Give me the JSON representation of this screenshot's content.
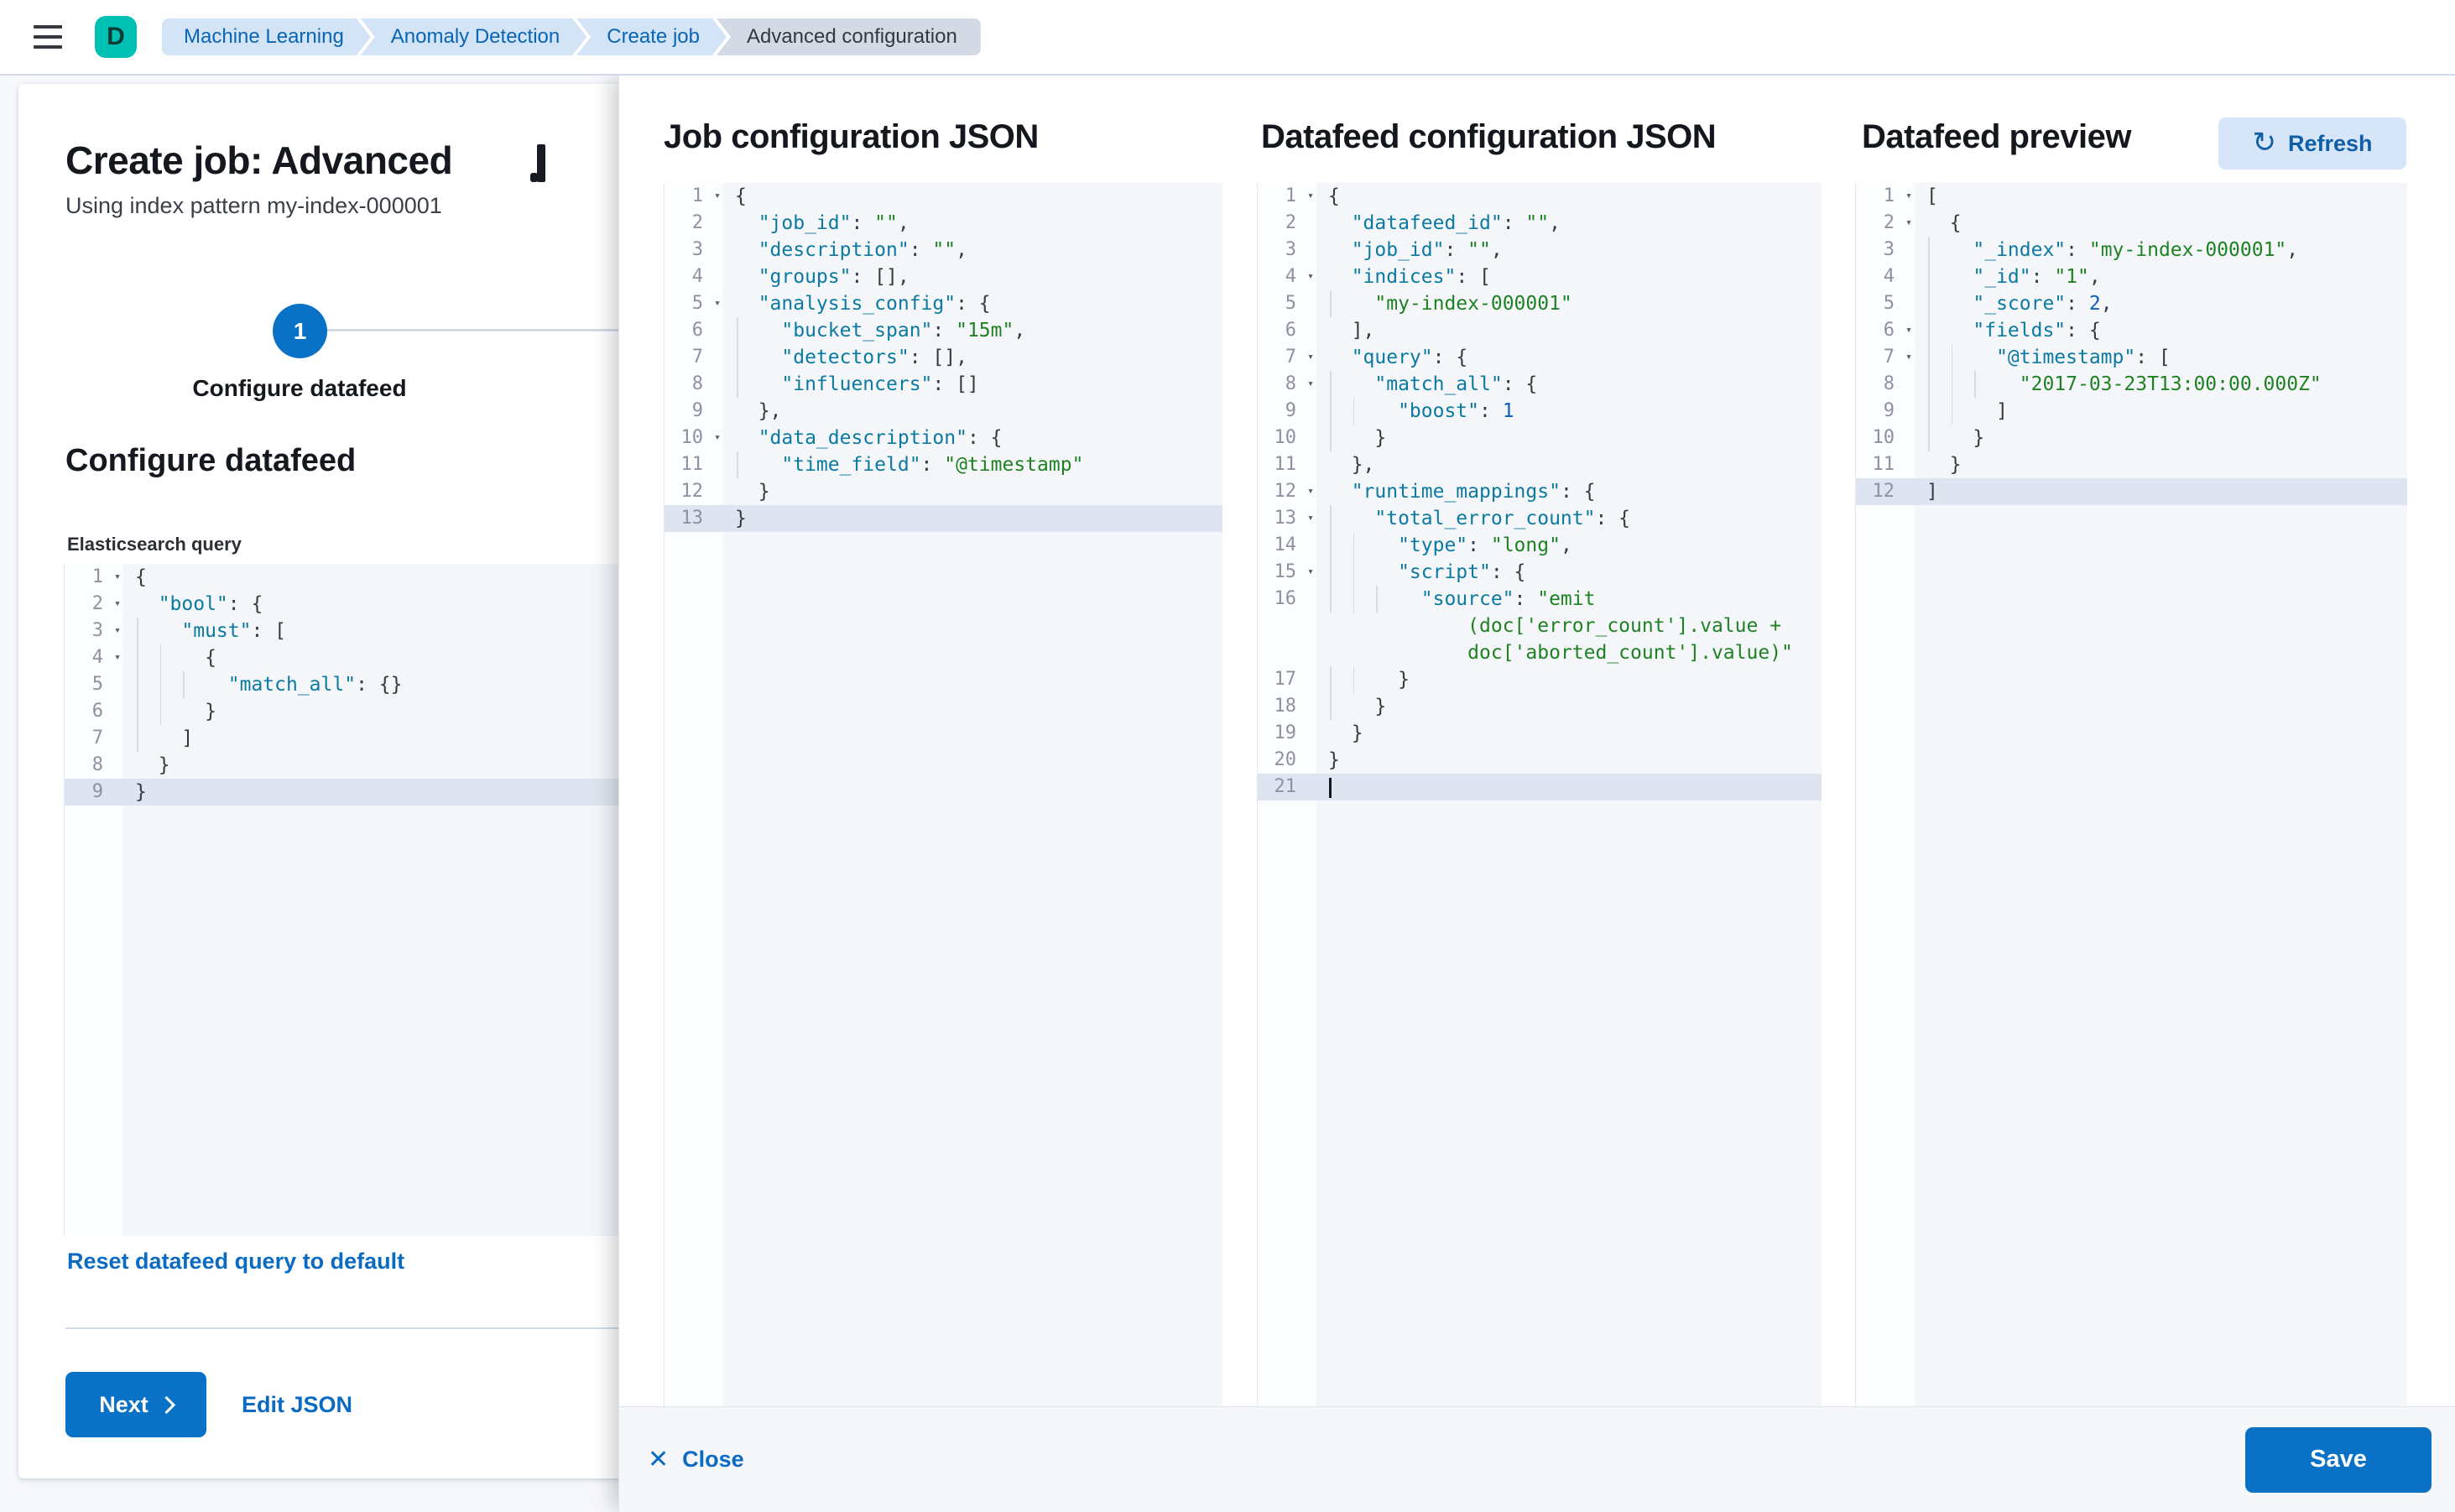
{
  "header": {
    "avatar_initial": "D",
    "breadcrumbs": [
      {
        "label": "Machine Learning"
      },
      {
        "label": "Anomaly Detection"
      },
      {
        "label": "Create job"
      },
      {
        "label": "Advanced configuration"
      }
    ]
  },
  "wizard": {
    "title": "Create job: Advanced",
    "subtitle": "Using index pattern my-index-000001",
    "step_number": "1",
    "step_label": "Configure datafeed",
    "section_heading": "Configure datafeed",
    "query_label": "Elasticsearch query",
    "reset_link": "Reset datafeed query to default",
    "next_label": "Next",
    "edit_json_label": "Edit JSON"
  },
  "flyout": {
    "panels": [
      {
        "heading": "Job configuration JSON"
      },
      {
        "heading": "Datafeed configuration JSON"
      },
      {
        "heading": "Datafeed preview"
      }
    ],
    "refresh_label": "Refresh",
    "refresh_icon": "↻",
    "close_icon": "✕",
    "close_label": "Close",
    "save_label": "Save"
  },
  "colors": {
    "primary_button": "#0a72c6",
    "link_blue": "#0b6bc2",
    "breadcrumb_blue_bg": "#d2e4f6",
    "breadcrumb_gray_bg": "#d3dae6",
    "avatar_teal": "#00bfb3",
    "editor_bg": "#f4f6fa",
    "active_line_bg": "#dfe5f0",
    "json_key": "#0b7aa0",
    "json_string": "#1e8222",
    "json_number": "#0d5ebd"
  },
  "editors": {
    "es_query": {
      "active_row": 9,
      "lines": [
        {
          "n": "1",
          "fold": true,
          "ind": 0,
          "seg": [
            [
              "p",
              "{"
            ]
          ]
        },
        {
          "n": "2",
          "fold": true,
          "ind": 1,
          "seg": [
            [
              "k",
              "\"bool\""
            ],
            [
              "p",
              ": {"
            ]
          ]
        },
        {
          "n": "3",
          "fold": true,
          "ind": 2,
          "seg": [
            [
              "k",
              "\"must\""
            ],
            [
              "p",
              ": ["
            ]
          ]
        },
        {
          "n": "4",
          "fold": true,
          "ind": 3,
          "seg": [
            [
              "p",
              "{"
            ]
          ]
        },
        {
          "n": "5",
          "fold": false,
          "ind": 4,
          "seg": [
            [
              "k",
              "\"match_all\""
            ],
            [
              "p",
              ": {}"
            ]
          ]
        },
        {
          "n": "6",
          "fold": false,
          "ind": 3,
          "seg": [
            [
              "p",
              "}"
            ]
          ]
        },
        {
          "n": "7",
          "fold": false,
          "ind": 2,
          "seg": [
            [
              "p",
              "]"
            ]
          ]
        },
        {
          "n": "8",
          "fold": false,
          "ind": 1,
          "seg": [
            [
              "p",
              "}"
            ]
          ]
        },
        {
          "n": "9",
          "fold": false,
          "ind": 0,
          "seg": [
            [
              "p",
              "}"
            ]
          ]
        }
      ]
    },
    "job": {
      "active_row": 13,
      "lines": [
        {
          "n": "1",
          "fold": true,
          "ind": 0,
          "seg": [
            [
              "p",
              "{"
            ]
          ]
        },
        {
          "n": "2",
          "fold": false,
          "ind": 1,
          "seg": [
            [
              "k",
              "\"job_id\""
            ],
            [
              "p",
              ": "
            ],
            [
              "s",
              "\"\""
            ],
            [
              "p",
              ","
            ]
          ]
        },
        {
          "n": "3",
          "fold": false,
          "ind": 1,
          "seg": [
            [
              "k",
              "\"description\""
            ],
            [
              "p",
              ": "
            ],
            [
              "s",
              "\"\""
            ],
            [
              "p",
              ","
            ]
          ]
        },
        {
          "n": "4",
          "fold": false,
          "ind": 1,
          "seg": [
            [
              "k",
              "\"groups\""
            ],
            [
              "p",
              ": [],"
            ]
          ]
        },
        {
          "n": "5",
          "fold": true,
          "ind": 1,
          "seg": [
            [
              "k",
              "\"analysis_config\""
            ],
            [
              "p",
              ": {"
            ]
          ]
        },
        {
          "n": "6",
          "fold": false,
          "ind": 2,
          "seg": [
            [
              "k",
              "\"bucket_span\""
            ],
            [
              "p",
              ": "
            ],
            [
              "s",
              "\"15m\""
            ],
            [
              "p",
              ","
            ]
          ]
        },
        {
          "n": "7",
          "fold": false,
          "ind": 2,
          "seg": [
            [
              "k",
              "\"detectors\""
            ],
            [
              "p",
              ": [],"
            ]
          ]
        },
        {
          "n": "8",
          "fold": false,
          "ind": 2,
          "seg": [
            [
              "k",
              "\"influencers\""
            ],
            [
              "p",
              ": []"
            ]
          ]
        },
        {
          "n": "9",
          "fold": false,
          "ind": 1,
          "seg": [
            [
              "p",
              "},"
            ]
          ]
        },
        {
          "n": "10",
          "fold": true,
          "ind": 1,
          "seg": [
            [
              "k",
              "\"data_description\""
            ],
            [
              "p",
              ": {"
            ]
          ]
        },
        {
          "n": "11",
          "fold": false,
          "ind": 2,
          "seg": [
            [
              "k",
              "\"time_field\""
            ],
            [
              "p",
              ": "
            ],
            [
              "s",
              "\"@timestamp\""
            ]
          ]
        },
        {
          "n": "12",
          "fold": false,
          "ind": 1,
          "seg": [
            [
              "p",
              "}"
            ]
          ]
        },
        {
          "n": "13",
          "fold": false,
          "ind": 0,
          "seg": [
            [
              "p",
              "}"
            ]
          ]
        }
      ]
    },
    "datafeed": {
      "active_row": 23,
      "lines": [
        {
          "n": "1",
          "fold": true,
          "ind": 0,
          "seg": [
            [
              "p",
              "{"
            ]
          ]
        },
        {
          "n": "2",
          "fold": false,
          "ind": 1,
          "seg": [
            [
              "k",
              "\"datafeed_id\""
            ],
            [
              "p",
              ": "
            ],
            [
              "s",
              "\"\""
            ],
            [
              "p",
              ","
            ]
          ]
        },
        {
          "n": "3",
          "fold": false,
          "ind": 1,
          "seg": [
            [
              "k",
              "\"job_id\""
            ],
            [
              "p",
              ": "
            ],
            [
              "s",
              "\"\""
            ],
            [
              "p",
              ","
            ]
          ]
        },
        {
          "n": "4",
          "fold": true,
          "ind": 1,
          "seg": [
            [
              "k",
              "\"indices\""
            ],
            [
              "p",
              ": ["
            ]
          ]
        },
        {
          "n": "5",
          "fold": false,
          "ind": 2,
          "seg": [
            [
              "s",
              "\"my-index-000001\""
            ]
          ]
        },
        {
          "n": "6",
          "fold": false,
          "ind": 1,
          "seg": [
            [
              "p",
              "],"
            ]
          ]
        },
        {
          "n": "7",
          "fold": true,
          "ind": 1,
          "seg": [
            [
              "k",
              "\"query\""
            ],
            [
              "p",
              ": {"
            ]
          ]
        },
        {
          "n": "8",
          "fold": true,
          "ind": 2,
          "seg": [
            [
              "k",
              "\"match_all\""
            ],
            [
              "p",
              ": {"
            ]
          ]
        },
        {
          "n": "9",
          "fold": false,
          "ind": 3,
          "seg": [
            [
              "k",
              "\"boost\""
            ],
            [
              "p",
              ": "
            ],
            [
              "n",
              "1"
            ]
          ]
        },
        {
          "n": "10",
          "fold": false,
          "ind": 2,
          "seg": [
            [
              "p",
              "}"
            ]
          ]
        },
        {
          "n": "11",
          "fold": false,
          "ind": 1,
          "seg": [
            [
              "p",
              "},"
            ]
          ]
        },
        {
          "n": "12",
          "fold": true,
          "ind": 1,
          "seg": [
            [
              "k",
              "\"runtime_mappings\""
            ],
            [
              "p",
              ": {"
            ]
          ]
        },
        {
          "n": "13",
          "fold": true,
          "ind": 2,
          "seg": [
            [
              "k",
              "\"total_error_count\""
            ],
            [
              "p",
              ": {"
            ]
          ]
        },
        {
          "n": "14",
          "fold": false,
          "ind": 3,
          "seg": [
            [
              "k",
              "\"type\""
            ],
            [
              "p",
              ": "
            ],
            [
              "s",
              "\"long\""
            ],
            [
              "p",
              ","
            ]
          ]
        },
        {
          "n": "15",
          "fold": true,
          "ind": 3,
          "seg": [
            [
              "k",
              "\"script\""
            ],
            [
              "p",
              ": {"
            ]
          ]
        },
        {
          "n": "16",
          "fold": false,
          "ind": 4,
          "seg": [
            [
              "k",
              "\"source\""
            ],
            [
              "p",
              ": "
            ],
            [
              "s",
              "\"emit"
            ]
          ]
        },
        {
          "n": "",
          "fold": false,
          "ind": 0,
          "seg": [
            [
              "s",
              "            (doc['error_count'].value +"
            ]
          ]
        },
        {
          "n": "",
          "fold": false,
          "ind": 0,
          "seg": [
            [
              "s",
              "            doc['aborted_count'].value)\""
            ]
          ]
        },
        {
          "n": "17",
          "fold": false,
          "ind": 3,
          "seg": [
            [
              "p",
              "}"
            ]
          ]
        },
        {
          "n": "18",
          "fold": false,
          "ind": 2,
          "seg": [
            [
              "p",
              "}"
            ]
          ]
        },
        {
          "n": "19",
          "fold": false,
          "ind": 1,
          "seg": [
            [
              "p",
              "}"
            ]
          ]
        },
        {
          "n": "20",
          "fold": false,
          "ind": 0,
          "seg": [
            [
              "p",
              "}"
            ]
          ]
        },
        {
          "n": "21",
          "fold": false,
          "ind": 0,
          "seg": [],
          "cursor": true
        }
      ]
    },
    "preview": {
      "active_row": 12,
      "lines": [
        {
          "n": "1",
          "fold": true,
          "ind": 0,
          "seg": [
            [
              "p",
              "["
            ]
          ]
        },
        {
          "n": "2",
          "fold": true,
          "ind": 1,
          "seg": [
            [
              "p",
              "{"
            ]
          ]
        },
        {
          "n": "3",
          "fold": false,
          "ind": 2,
          "seg": [
            [
              "k",
              "\"_index\""
            ],
            [
              "p",
              ": "
            ],
            [
              "s",
              "\"my-index-000001\""
            ],
            [
              "p",
              ","
            ]
          ]
        },
        {
          "n": "4",
          "fold": false,
          "ind": 2,
          "seg": [
            [
              "k",
              "\"_id\""
            ],
            [
              "p",
              ": "
            ],
            [
              "s",
              "\"1\""
            ],
            [
              "p",
              ","
            ]
          ]
        },
        {
          "n": "5",
          "fold": false,
          "ind": 2,
          "seg": [
            [
              "k",
              "\"_score\""
            ],
            [
              "p",
              ": "
            ],
            [
              "n",
              "2"
            ],
            [
              "p",
              ","
            ]
          ]
        },
        {
          "n": "6",
          "fold": true,
          "ind": 2,
          "seg": [
            [
              "k",
              "\"fields\""
            ],
            [
              "p",
              ": {"
            ]
          ]
        },
        {
          "n": "7",
          "fold": true,
          "ind": 3,
          "seg": [
            [
              "k",
              "\"@timestamp\""
            ],
            [
              "p",
              ": ["
            ]
          ]
        },
        {
          "n": "8",
          "fold": false,
          "ind": 4,
          "seg": [
            [
              "s",
              "\"2017-03-23T13:00:00.000Z\""
            ]
          ]
        },
        {
          "n": "9",
          "fold": false,
          "ind": 3,
          "seg": [
            [
              "p",
              "]"
            ]
          ]
        },
        {
          "n": "10",
          "fold": false,
          "ind": 2,
          "seg": [
            [
              "p",
              "}"
            ]
          ]
        },
        {
          "n": "11",
          "fold": false,
          "ind": 1,
          "seg": [
            [
              "p",
              "}"
            ]
          ]
        },
        {
          "n": "12",
          "fold": false,
          "ind": 0,
          "seg": [
            [
              "p",
              "]"
            ]
          ]
        }
      ]
    }
  }
}
